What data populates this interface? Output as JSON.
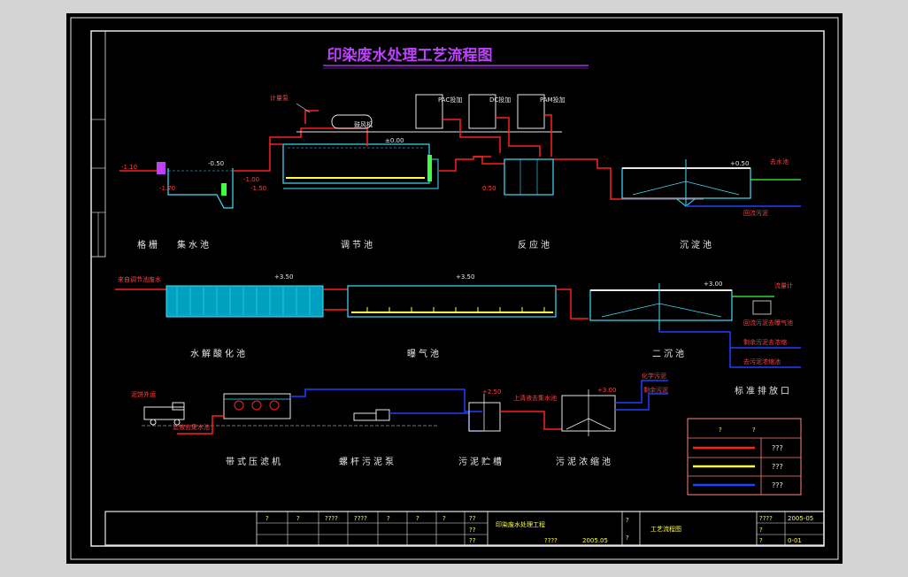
{
  "title": "印染废水处理工艺流程图",
  "units": {
    "grille": "格栅",
    "collection_tank": "集水池",
    "equalization_tank": "调节池",
    "reaction_tank": "反应池",
    "sedimentation_tank": "沉淀池",
    "hydrolysis_tank": "水解酸化池",
    "aeration_tank": "曝气池",
    "secondary_clarifier": "二沉池",
    "discharge_outlet": "标准排放口",
    "belt_press": "带式压滤机",
    "screw_pump": "螺杆污泥泵",
    "sludge_storage": "污泥贮槽",
    "sludge_thickener": "污泥浓缩池"
  },
  "equipment": {
    "dosing_pump": "计量泵",
    "blower": "鼓风机",
    "pac": "PAC投加",
    "dc": "DC投加",
    "pam": "PAM投加",
    "to_collection": "去水池",
    "reflux": "回流污泥",
    "from_equalization": "来自调节池废水",
    "meter": "流量计",
    "return_sludge_1": "回流污泥去曝气池",
    "return_sludge_2": "剩余污泥去浓缩",
    "return_sludge_3": "去污泥浓缩池",
    "sludge_cake": "泥饼外运",
    "filtrate": "滤液去集水池",
    "supernatant": "上清液去集水池",
    "sludge_in": "化学污泥",
    "bio_sludge": "剩余污泥"
  },
  "legend": {
    "header": [
      "?",
      "?"
    ],
    "rows": [
      {
        "label": "???",
        "color": "#ff2020"
      },
      {
        "label": "???",
        "color": "#ffff40"
      },
      {
        "label": "???",
        "color": "#2040ff"
      }
    ]
  },
  "title_block": {
    "q1": "?",
    "q2": "?",
    "q3": "?",
    "q4": "?",
    "q5": "????",
    "q6": "????",
    "project": "印染废水处理工程",
    "drawing": "工艺流程图",
    "qq": "??",
    "qqqq": "????",
    "date": "2005.05",
    "date2": "2005-05",
    "sheet_no": "0-01"
  },
  "colors": {
    "frame": "#e8e8e8",
    "sludge": "#ff2020",
    "air": "#ffff40",
    "water": "#2040ff",
    "structure": "#40e0ff",
    "title": "#c040ff"
  }
}
